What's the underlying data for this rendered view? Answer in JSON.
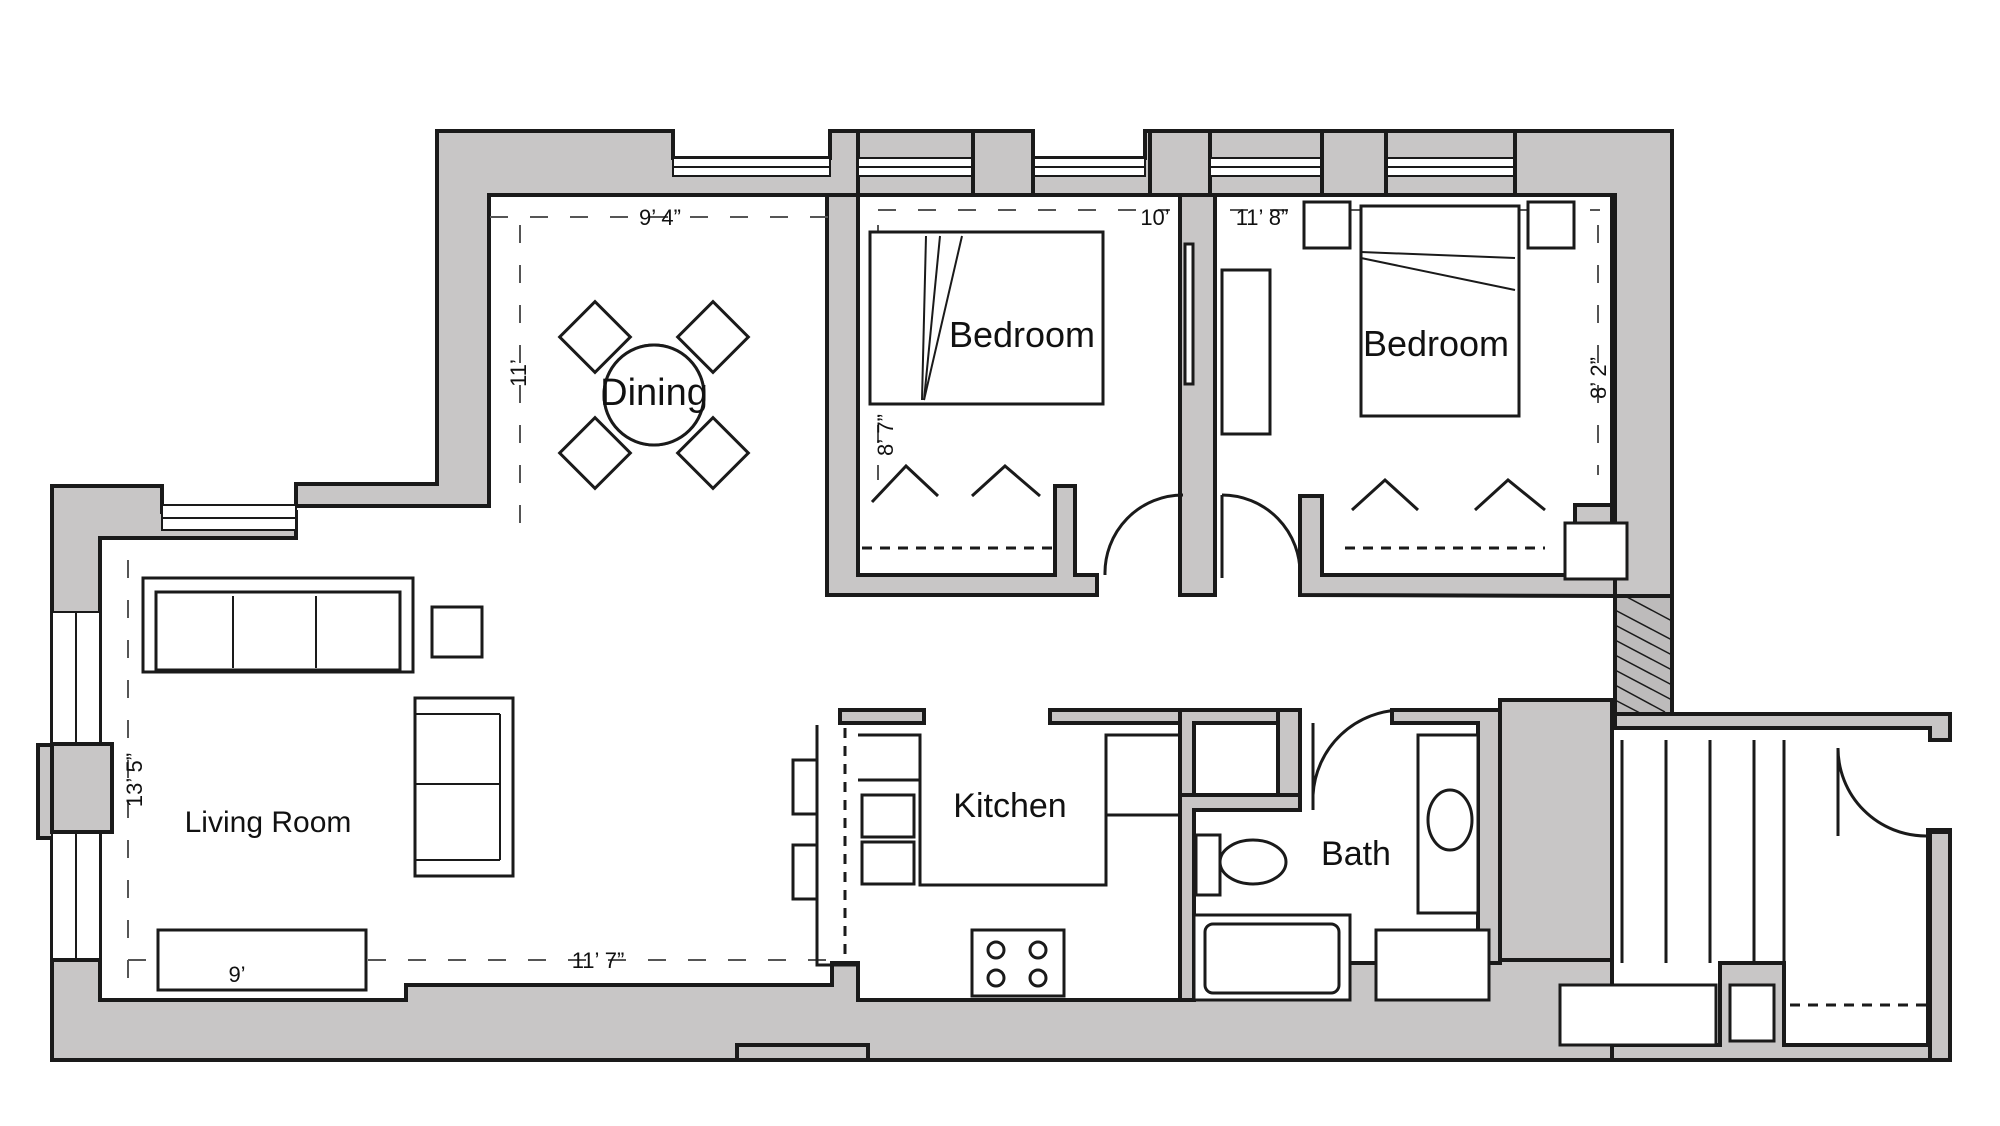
{
  "rooms": {
    "living": "Living Room",
    "dining": "Dining",
    "kitchen": "Kitchen",
    "bedroom1": "Bedroom",
    "bedroom2": "Bedroom",
    "bath": "Bath"
  },
  "dimensions": {
    "dining_width": "9’ 4”",
    "dining_depth": "11’",
    "bedroom1_width": "10’",
    "bedroom1_depth": "8’ 7”",
    "bedroom2_width": "11’ 8”",
    "bedroom2_depth": "8’ 2”",
    "living_depth": "13’ 5”",
    "living_width": "9’",
    "living_dining_width": "11’ 7”"
  },
  "colors": {
    "wall_fill": "#c8c6c6",
    "outline": "#1a1a1a",
    "floor": "#ffffff"
  }
}
